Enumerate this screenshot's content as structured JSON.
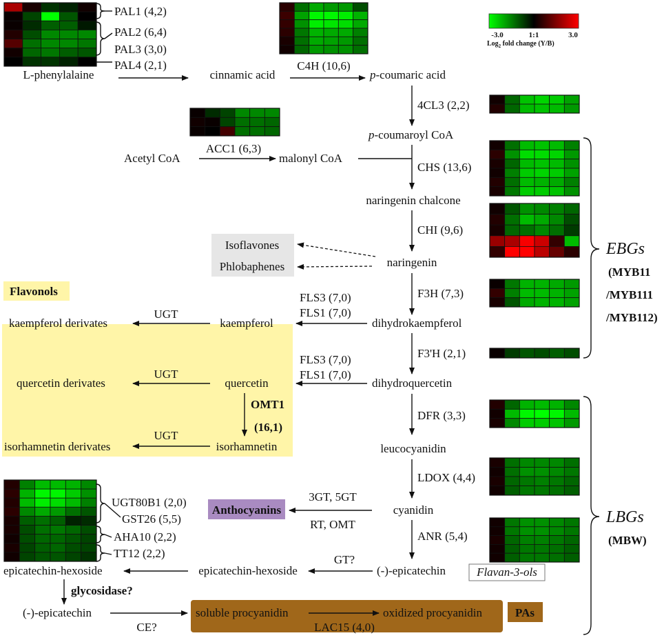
{
  "legend": {
    "min_label": "-3.0",
    "mid_label": "1:1",
    "max_label": "3.0",
    "title_prefix": "Log",
    "title_sub": "2",
    "title_suffix": " fold change (Y/B)",
    "colors": {
      "low": "#00ff00",
      "mid": "#000000",
      "high": "#ff0000"
    }
  },
  "compounds": {
    "l_phenylalaine": "L-phenylalaine",
    "cinnamic_acid": "cinnamic acid",
    "p_coumaric_acid_prefix": "p",
    "p_coumaric_acid_suffix": "-coumaric acid",
    "p_coumaroyl_coa_prefix": "p",
    "p_coumaroyl_coa_suffix": "-coumaroyl CoA",
    "acetyl_coa": "Acetyl CoA",
    "malonyl_coa": "malonyl CoA",
    "naringenin_chalcone": "naringenin chalcone",
    "naringenin": "naringenin",
    "isoflavones": "Isoflavones",
    "phlobaphenes": "Phlobaphenes",
    "dihydrokaempferol": "dihydrokaempferol",
    "kaempferol": "kaempferol",
    "kaempferol_derivates": "kaempferol derivates",
    "dihydroquercetin": "dihydroquercetin",
    "quercetin": "quercetin",
    "quercetin_derivates": "quercetin derivates",
    "isorhamnetin": "isorhamnetin",
    "isorhamnetin_derivates": "isorhamnetin derivates",
    "leucocyanidin": "leucocyanidin",
    "cyanidin": "cyanidin",
    "epicatechin": "(-)-epicatechin",
    "epicatechin_hexoside_mid": "epicatechin-hexoside",
    "epicatechin_hexoside_left": "epicatechin-hexoside",
    "epicatechin_bottom": "(-)-epicatechin",
    "soluble_procyanidin": "soluble procyanidin",
    "oxidized_procyanidin": "oxidized procyanidin"
  },
  "enzymes": {
    "pal1": "PAL1 (4,2)",
    "pal2": "PAL2 (6,4)",
    "pal3": "PAL3 (3,0)",
    "pal4": "PAL4 (2,1)",
    "c4h": "C4H (10,6)",
    "cl4": "4CL3 (2,2)",
    "acc1": "ACC1 (6,3)",
    "chs": "CHS (13,6)",
    "chi": "CHI (9,6)",
    "f3h": "F3H (7,3)",
    "fls3_a": "FLS3 (7,0)",
    "fls1_a": "FLS1 (7,0)",
    "f3ph": "F3'H (2,1)",
    "fls3_b": "FLS3 (7,0)",
    "fls1_b": "FLS1 (7,0)",
    "ugt_1": "UGT",
    "ugt_2": "UGT",
    "ugt_3": "UGT",
    "omt1": "OMT1",
    "omt1_count": "(16,1)",
    "dfr": "DFR (3,3)",
    "ldox": "LDOX (4,4)",
    "anr": "ANR (5,4)",
    "gt3_5": "3GT, 5GT",
    "rt_omt": "RT, OMT",
    "gt_q": "GT?",
    "ugt80b1": "UGT80B1 (2,0)",
    "gst26": "GST26 (5,5)",
    "aha10": "AHA10 (2,2)",
    "tt12": "TT12 (2,2)",
    "glycosidase": "glycosidase?",
    "ce": "CE?",
    "lac15": "LAC15 (4,0)"
  },
  "groups": {
    "flavonols": "Flavonols",
    "anthocyanins": "Anthocyanins",
    "flavan3ols": "Flavan-3-ols",
    "pas": "PAs",
    "ebgs": "EBGs",
    "ebgs_myb11": "(MYB11",
    "ebgs_myb111": "/MYB111",
    "ebgs_myb112": "/MYB112)",
    "lbgs": "LBGs",
    "lbgs_mbw": "(MBW)"
  },
  "heatmaps": [
    {
      "id": "pal",
      "name": "heatmap-pal",
      "values": [
        [
          2,
          0.3,
          -0.6,
          -0.4,
          0.2
        ],
        [
          0.1,
          -0.8,
          -3.0,
          -1.0,
          0.0
        ],
        [
          0.1,
          -0.5,
          -1.1,
          -1.1,
          -0.3
        ],
        [
          0.4,
          -0.9,
          -1.6,
          -1.6,
          -1.6
        ],
        [
          1.0,
          -1.3,
          -1.6,
          -1.6,
          -1.4
        ],
        [
          0.2,
          -1.2,
          -1.4,
          -1.1,
          -1.0
        ],
        [
          0.0,
          -0.6,
          -0.6,
          -0.4,
          0.0
        ]
      ]
    },
    {
      "id": "c4h",
      "name": "heatmap-c4h",
      "values": [
        [
          0.5,
          -1.3,
          -2.0,
          -1.8,
          -1.8,
          -0.9
        ],
        [
          0.7,
          -1.9,
          -2.9,
          -2.9,
          -2.8,
          -2.1
        ],
        [
          0.6,
          -1.7,
          -2.8,
          -2.7,
          -2.6,
          -2.0
        ],
        [
          0.5,
          -1.4,
          -2.1,
          -2.0,
          -2.0,
          -1.5
        ],
        [
          0.3,
          -1.3,
          -2.0,
          -1.9,
          -1.8,
          -1.3
        ],
        [
          0.2,
          -1.2,
          -1.8,
          -1.7,
          -1.7,
          -1.3
        ]
      ]
    },
    {
      "id": "cl4",
      "name": "heatmap-4cl3",
      "values": [
        [
          0.2,
          -1.2,
          -2.3,
          -2.5,
          -2.4,
          -1.9
        ],
        [
          0.4,
          -1.2,
          -2.2,
          -2.3,
          -2.2,
          -1.8
        ]
      ]
    },
    {
      "id": "acc1",
      "name": "heatmap-acc1",
      "values": [
        [
          0.1,
          -0.5,
          -0.8,
          -1.6,
          -1.6,
          -1.6
        ],
        [
          0.2,
          0.1,
          -0.8,
          -1.3,
          -1.3,
          -1.2
        ],
        [
          0.1,
          0.0,
          0.8,
          -1.3,
          -1.3,
          -1.2
        ]
      ]
    },
    {
      "id": "chs",
      "name": "heatmap-chs",
      "values": [
        [
          0.2,
          -1.3,
          -2.2,
          -2.3,
          -2.2,
          -1.5
        ],
        [
          0.5,
          -1.7,
          -2.6,
          -2.6,
          -2.5,
          -1.8
        ],
        [
          0.3,
          -1.2,
          -2.2,
          -2.3,
          -2.2,
          -1.7
        ],
        [
          0.2,
          -1.5,
          -2.4,
          -2.5,
          -2.4,
          -1.9
        ],
        [
          0.4,
          -1.3,
          -2.2,
          -2.1,
          -2.0,
          -1.5
        ],
        [
          0.3,
          -1.4,
          -2.4,
          -2.4,
          -2.3,
          -1.7
        ]
      ]
    },
    {
      "id": "chi",
      "name": "heatmap-chi",
      "values": [
        [
          0.2,
          -1.0,
          -1.7,
          -1.6,
          -1.5,
          -1.2
        ],
        [
          0.4,
          -1.3,
          -2.2,
          -2.0,
          -1.6,
          -0.9
        ],
        [
          0.3,
          -1.2,
          -1.3,
          -1.6,
          -1.3,
          -0.7
        ],
        [
          1.8,
          2.0,
          2.9,
          2.4,
          0.6,
          -2.2
        ],
        [
          0.6,
          3.0,
          3.0,
          2.2,
          1.2,
          0.5
        ]
      ]
    },
    {
      "id": "f3h",
      "name": "heatmap-f3h",
      "values": [
        [
          0.1,
          -1.4,
          -2.1,
          -2.1,
          -2.0,
          -1.8
        ],
        [
          0.6,
          -1.5,
          -2.2,
          -2.2,
          -2.1,
          -1.9
        ],
        [
          0.3,
          -1.0,
          -2.0,
          -2.1,
          -2.1,
          -1.9
        ]
      ]
    },
    {
      "id": "f3ph",
      "name": "heatmap-f3ph",
      "values": [
        [
          0.1,
          -0.7,
          -1.0,
          -0.9,
          -1.1,
          -0.9
        ]
      ]
    },
    {
      "id": "dfr",
      "name": "heatmap-dfr",
      "values": [
        [
          0.4,
          -1.2,
          -2.1,
          -2.2,
          -2.1,
          -1.6
        ],
        [
          0.2,
          -2.2,
          -2.9,
          -3.0,
          -2.9,
          -2.2
        ],
        [
          0.3,
          -1.6,
          -2.4,
          -2.4,
          -2.3,
          -1.8
        ]
      ]
    },
    {
      "id": "ldox",
      "name": "heatmap-ldox",
      "values": [
        [
          0.3,
          -1.3,
          -1.6,
          -1.6,
          -1.6,
          -1.3
        ],
        [
          0.2,
          -1.3,
          -1.7,
          -1.7,
          -1.6,
          -1.4
        ],
        [
          0.3,
          -1.2,
          -1.4,
          -1.5,
          -1.4,
          -1.2
        ],
        [
          0.2,
          -1.1,
          -1.4,
          -1.4,
          -1.3,
          -1.1
        ]
      ]
    },
    {
      "id": "anr",
      "name": "heatmap-anr",
      "values": [
        [
          0.2,
          -1.4,
          -1.7,
          -1.7,
          -1.6,
          -1.4
        ],
        [
          0.2,
          -1.4,
          -1.7,
          -1.7,
          -1.6,
          -1.4
        ],
        [
          0.3,
          -1.2,
          -1.5,
          -1.5,
          -1.4,
          -1.2
        ],
        [
          0.2,
          -1.1,
          -1.4,
          -1.4,
          -1.3,
          -1.1
        ],
        [
          0.2,
          -1.1,
          -1.4,
          -1.4,
          -1.3,
          -1.1
        ]
      ]
    },
    {
      "id": "ugt",
      "name": "heatmap-ugt80b1-gst26-aha10-tt12",
      "values": [
        [
          0.4,
          -1.5,
          -2.2,
          -2.2,
          -2.1,
          -1.6
        ],
        [
          0.5,
          -2.1,
          -2.9,
          -2.9,
          -2.4,
          -1.7
        ],
        [
          0.4,
          -2.2,
          -2.8,
          -2.6,
          -2.2,
          -1.5
        ],
        [
          0.5,
          -1.6,
          -2.0,
          -1.8,
          -1.3,
          -1.0
        ],
        [
          0.3,
          -1.1,
          -1.3,
          -1.1,
          -0.4,
          -0.5
        ],
        [
          0.3,
          -0.9,
          -1.3,
          -1.4,
          -1.2,
          -0.9
        ],
        [
          0.2,
          -0.9,
          -1.2,
          -1.2,
          -1.0,
          -0.8
        ],
        [
          0.3,
          -0.8,
          -1.1,
          -1.2,
          -0.9,
          -0.8
        ],
        [
          0.2,
          -0.8,
          -1.0,
          -1.0,
          -0.8,
          -0.6
        ]
      ]
    }
  ]
}
